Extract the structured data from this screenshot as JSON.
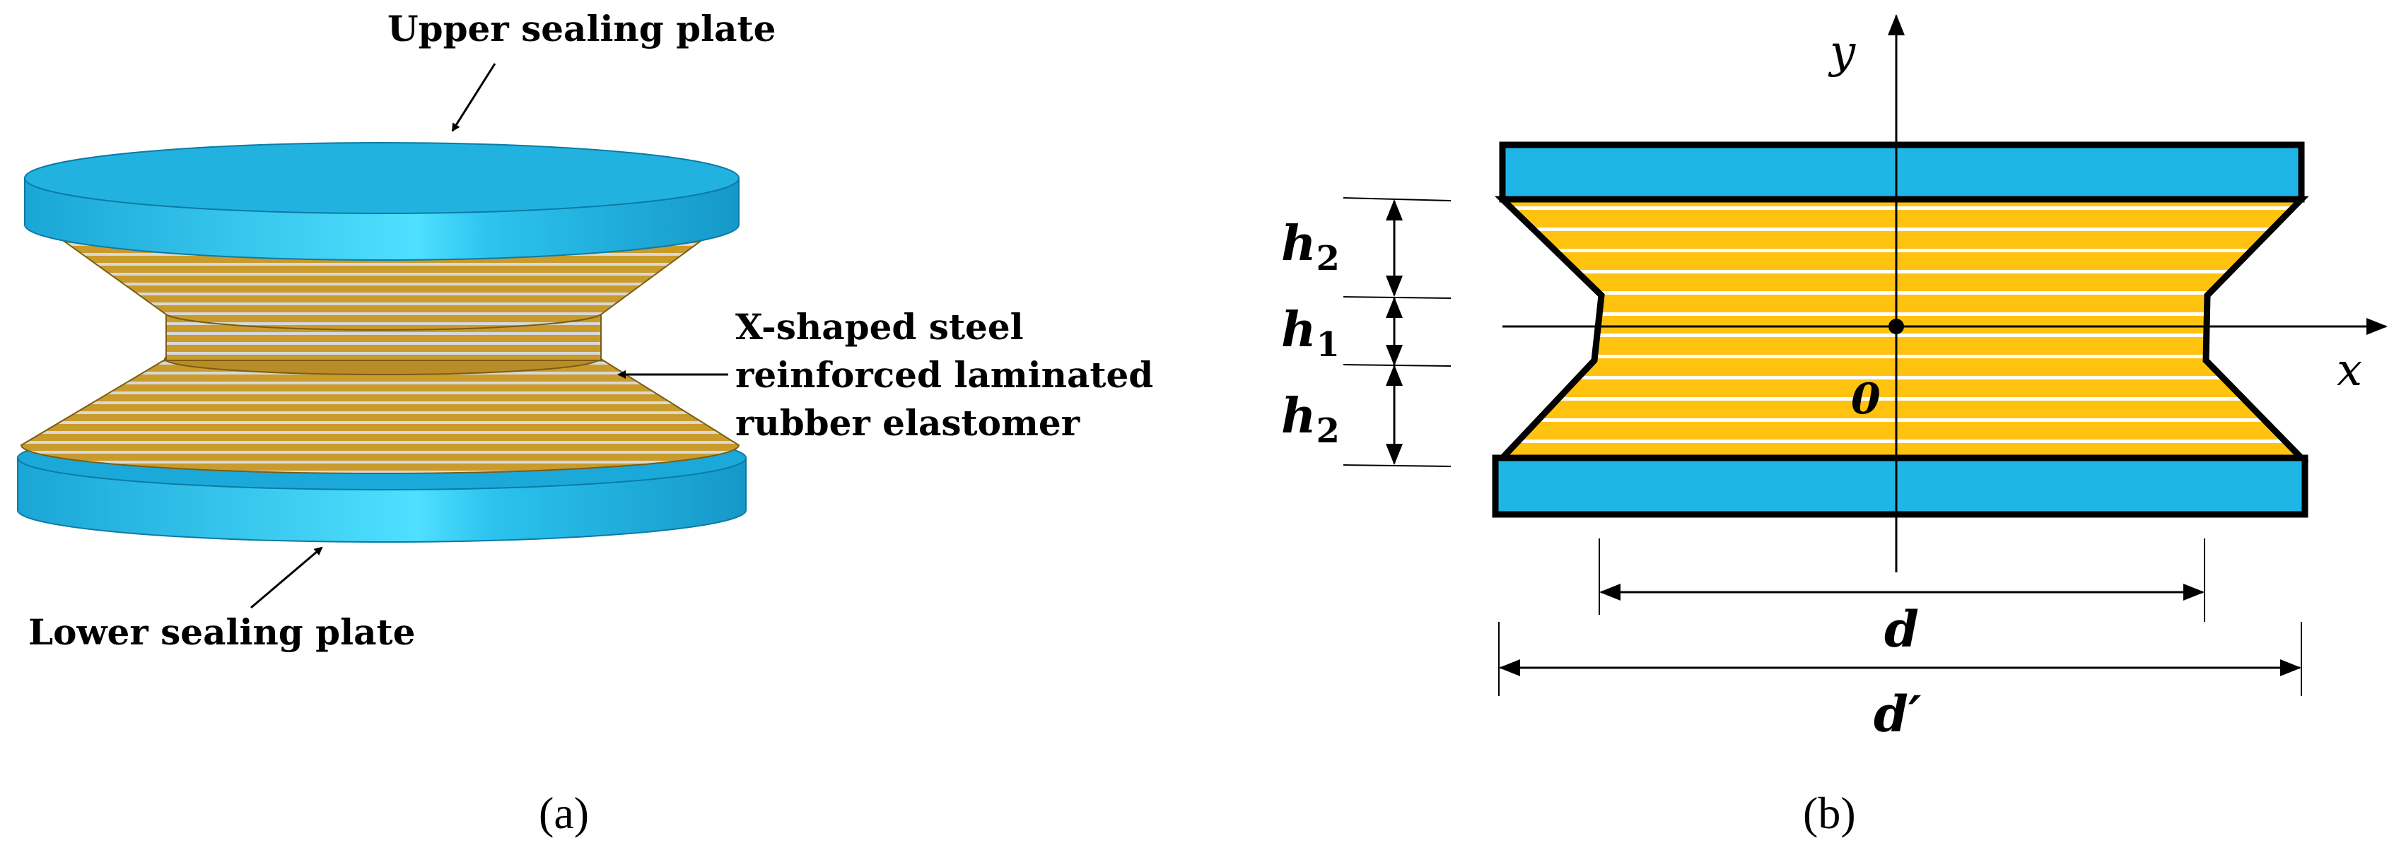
{
  "panel_a": {
    "upper_label": "Upper sealing plate",
    "elastomer_label_line1": "X-shaped steel",
    "elastomer_label_line2": "reinforced laminated",
    "elastomer_label_line3": "rubber elastomer",
    "lower_label": "Lower sealing plate",
    "caption": "(a)"
  },
  "panel_b": {
    "y_axis": "y",
    "x_axis": "x",
    "origin": "0",
    "h2_top": "h",
    "h2_top_sub": "2",
    "h1": "h",
    "h1_sub": "1",
    "h2_bottom": "h",
    "h2_bottom_sub": "2",
    "d": "d",
    "d_prime": "d′",
    "caption": "(b)"
  },
  "colors": {
    "plate": "#1FB6E6",
    "rubber": "#FFC20E",
    "steel_layer": "#FFFFFF",
    "outline": "#000000"
  }
}
